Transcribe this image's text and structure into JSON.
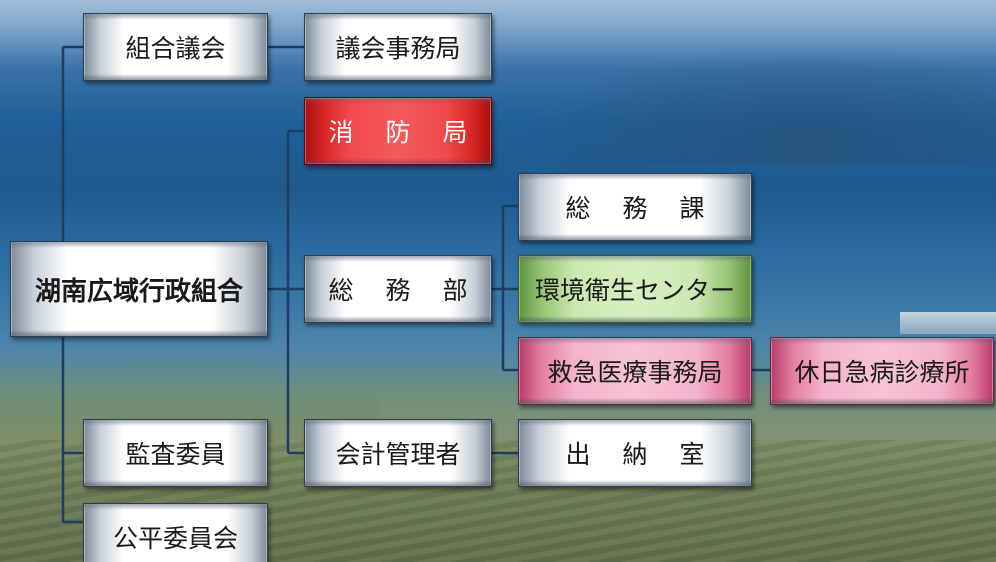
{
  "org_chart": {
    "root": "湖南広域行政組合",
    "assembly": "組合議会",
    "assembly_office": "議会事務局",
    "fire_department": "消 防 局",
    "general_affairs_department": "総 務 部",
    "general_affairs_section": "総 務 課",
    "environment_center": "環境衛生センター",
    "emergency_medical_office": "救急医療事務局",
    "holiday_clinic": "休日急病診療所",
    "auditors": "監査委員",
    "accounting_manager": "会計管理者",
    "treasury_office": "出 納 室",
    "equity_committee": "公平委員会"
  },
  "colors": {
    "line": "#1f3d63",
    "fire_department": "#e53a3a",
    "environment_center": "#c6e6a8",
    "emergency_medical": "#f2a9c3",
    "default_box": "#ffffff"
  }
}
